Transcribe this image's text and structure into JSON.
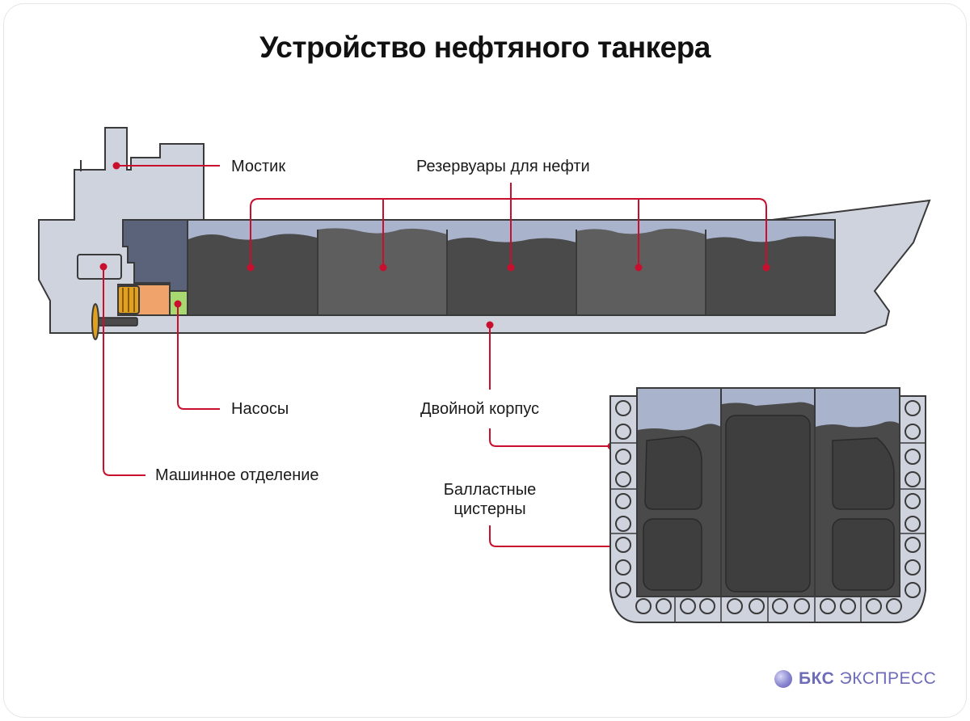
{
  "title": "Устройство нефтяного танкера",
  "labels": {
    "bridge": "Мостик",
    "oil_tanks": "Резервуары для нефти",
    "pumps": "Насосы",
    "double_hull": "Двойной корпус",
    "engine_room": "Машинное отделение",
    "ballast_line1": "Балластные",
    "ballast_line2": "цистерны"
  },
  "brand": {
    "bold": "БКС",
    "rest": "ЭКСПРЕСС"
  },
  "colors": {
    "hull": "#cfd3de",
    "hull_stroke": "#3a3a3a",
    "oil": "#4a4a4a",
    "oil_alt": "#5e5e5e",
    "vapor": "#a9b3cc",
    "engine": "#5a6379",
    "pump": "#a8d870",
    "motor": "#f0a36a",
    "leader": "#c8102e",
    "brand": "#6e6bb8"
  }
}
